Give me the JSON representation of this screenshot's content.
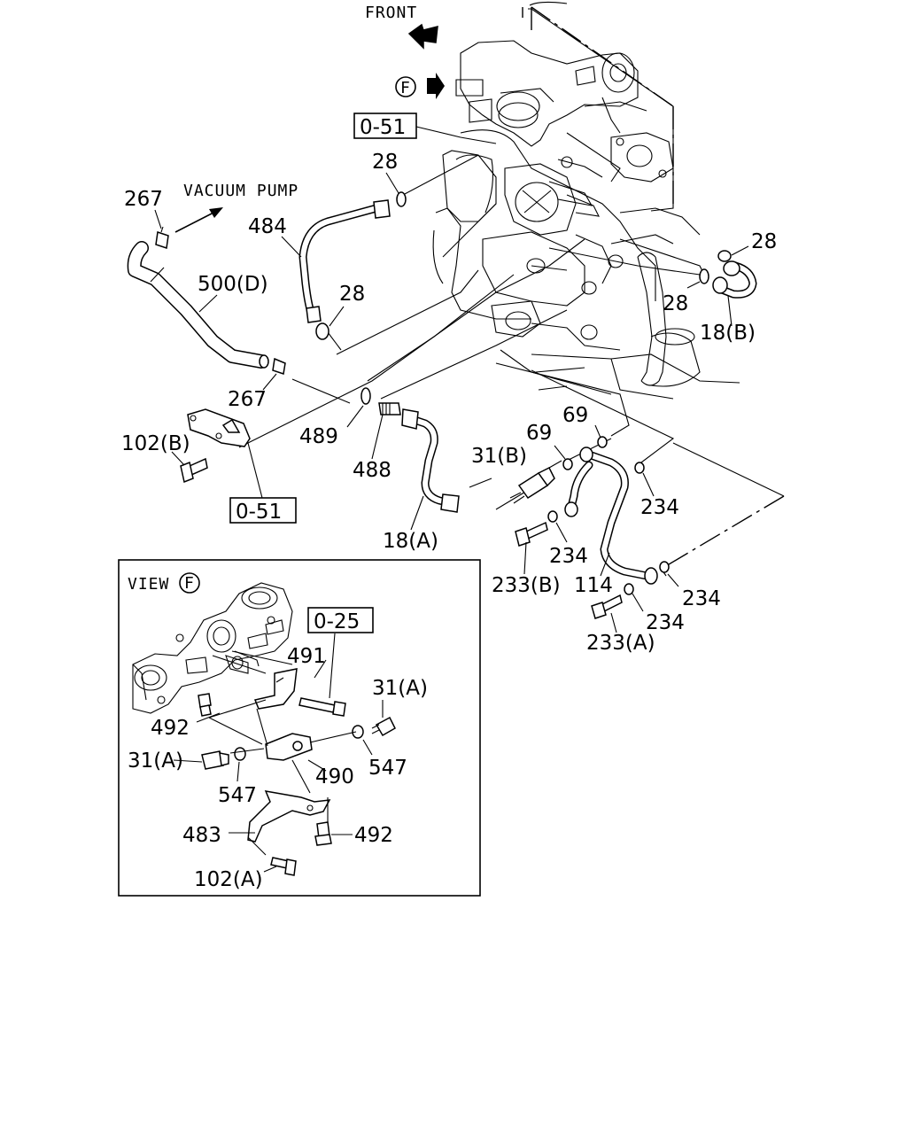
{
  "directions": {
    "front": "FRONT",
    "vacuum_pump": "VACUUM PUMP",
    "view_marker": "F"
  },
  "references": {
    "ref_0_51": "0-51",
    "ref_0_25": "0-25"
  },
  "view_box": {
    "title": "VIEW",
    "marker": "F"
  },
  "callouts": {
    "c28_top": "28",
    "c267_top": "267",
    "c484": "484",
    "c500d": "500(D)",
    "c28_mid": "28",
    "c28_right_upper": "28",
    "c28_right_lower": "28",
    "c18b": "18(B)",
    "c267_bottom": "267",
    "c102b": "102(B)",
    "c489": "489",
    "c488": "488",
    "c69_upper": "69",
    "c69_lower": "69",
    "c31b": "31(B)",
    "c234_a": "234",
    "c234_b": "234",
    "c234_c": "234",
    "c234_d": "234",
    "c18a": "18(A)",
    "c233b": "233(B)",
    "c114": "114",
    "c233a": "233(A)",
    "c491": "491",
    "c31a_right": "31(A)",
    "c492_left": "492",
    "c31a_left": "31(A)",
    "c547_right": "547",
    "c490": "490",
    "c547_left": "547",
    "c483": "483",
    "c492_right": "492",
    "c102a": "102(A)"
  }
}
